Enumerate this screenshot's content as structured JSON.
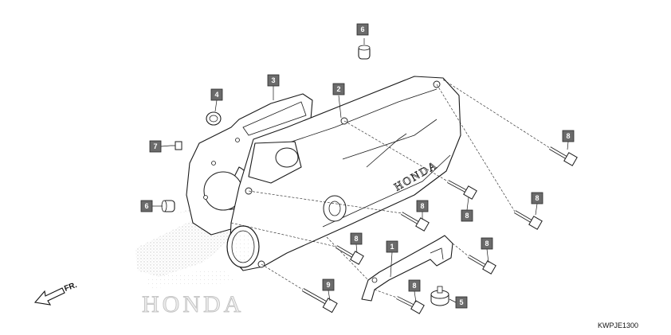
{
  "diagram": {
    "fr_label": "FR.",
    "figure_code": "KWPJE1300",
    "cover_brand_text": "HONDA",
    "watermark_text": "HONDA",
    "colors": {
      "callout_fill": "#6b6b6b",
      "line": "#1a1a1a",
      "background": "#ffffff",
      "watermark_stipple": "#c8c8c8"
    },
    "callouts": [
      {
        "id": "c1",
        "label": "1"
      },
      {
        "id": "c2",
        "label": "2"
      },
      {
        "id": "c3",
        "label": "3"
      },
      {
        "id": "c4",
        "label": "4"
      },
      {
        "id": "c5",
        "label": "5"
      },
      {
        "id": "c6a",
        "label": "6"
      },
      {
        "id": "c6b",
        "label": "6"
      },
      {
        "id": "c7",
        "label": "7"
      },
      {
        "id": "c8a",
        "label": "8"
      },
      {
        "id": "c8b",
        "label": "8"
      },
      {
        "id": "c8c",
        "label": "8"
      },
      {
        "id": "c8d",
        "label": "8"
      },
      {
        "id": "c8e",
        "label": "8"
      },
      {
        "id": "c8f",
        "label": "8"
      },
      {
        "id": "c8g",
        "label": "8"
      },
      {
        "id": "c9",
        "label": "9"
      }
    ]
  }
}
